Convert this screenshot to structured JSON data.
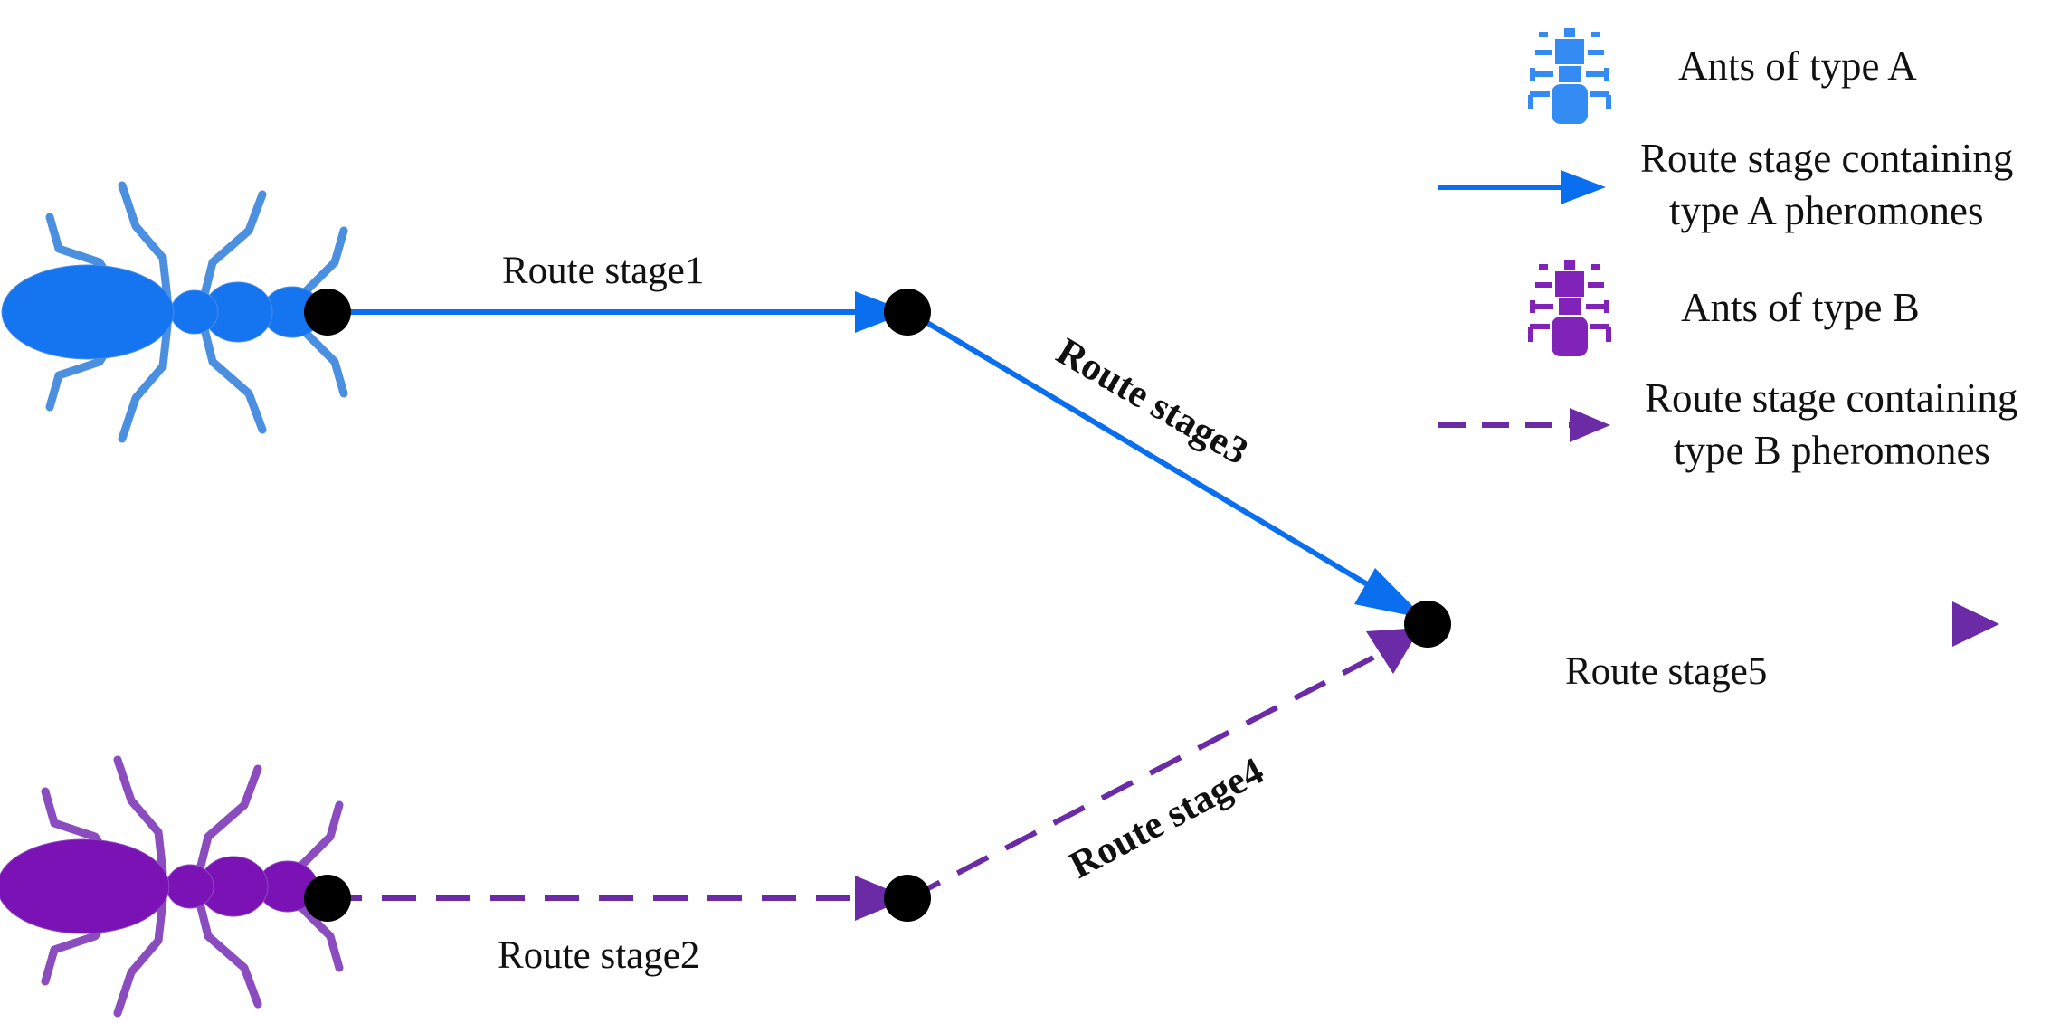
{
  "colors": {
    "type_a": "#0a6fef",
    "type_a_light": "#4a8fe0",
    "type_b": "#7a1fb0",
    "type_b_dashed": "#6b2aa6",
    "node": "#000000",
    "text": "#111111"
  },
  "icons": {
    "ant_a": "ant-icon",
    "ant_b": "ant-icon",
    "legend_ant_a": "ant-icon",
    "legend_ant_b": "ant-icon"
  },
  "routes": {
    "stage1": "Route stage1",
    "stage2": "Route stage2",
    "stage3": "Route stage3",
    "stage4": "Route stage4",
    "stage5": "Route stage5"
  },
  "legend": {
    "ants_a": "Ants of type A",
    "route_a_line1": "Route stage containing",
    "route_a_line2": "type A pheromones",
    "ants_b": "Ants of type B",
    "route_b_line1": "Route stage containing",
    "route_b_line2": "type B pheromones"
  }
}
